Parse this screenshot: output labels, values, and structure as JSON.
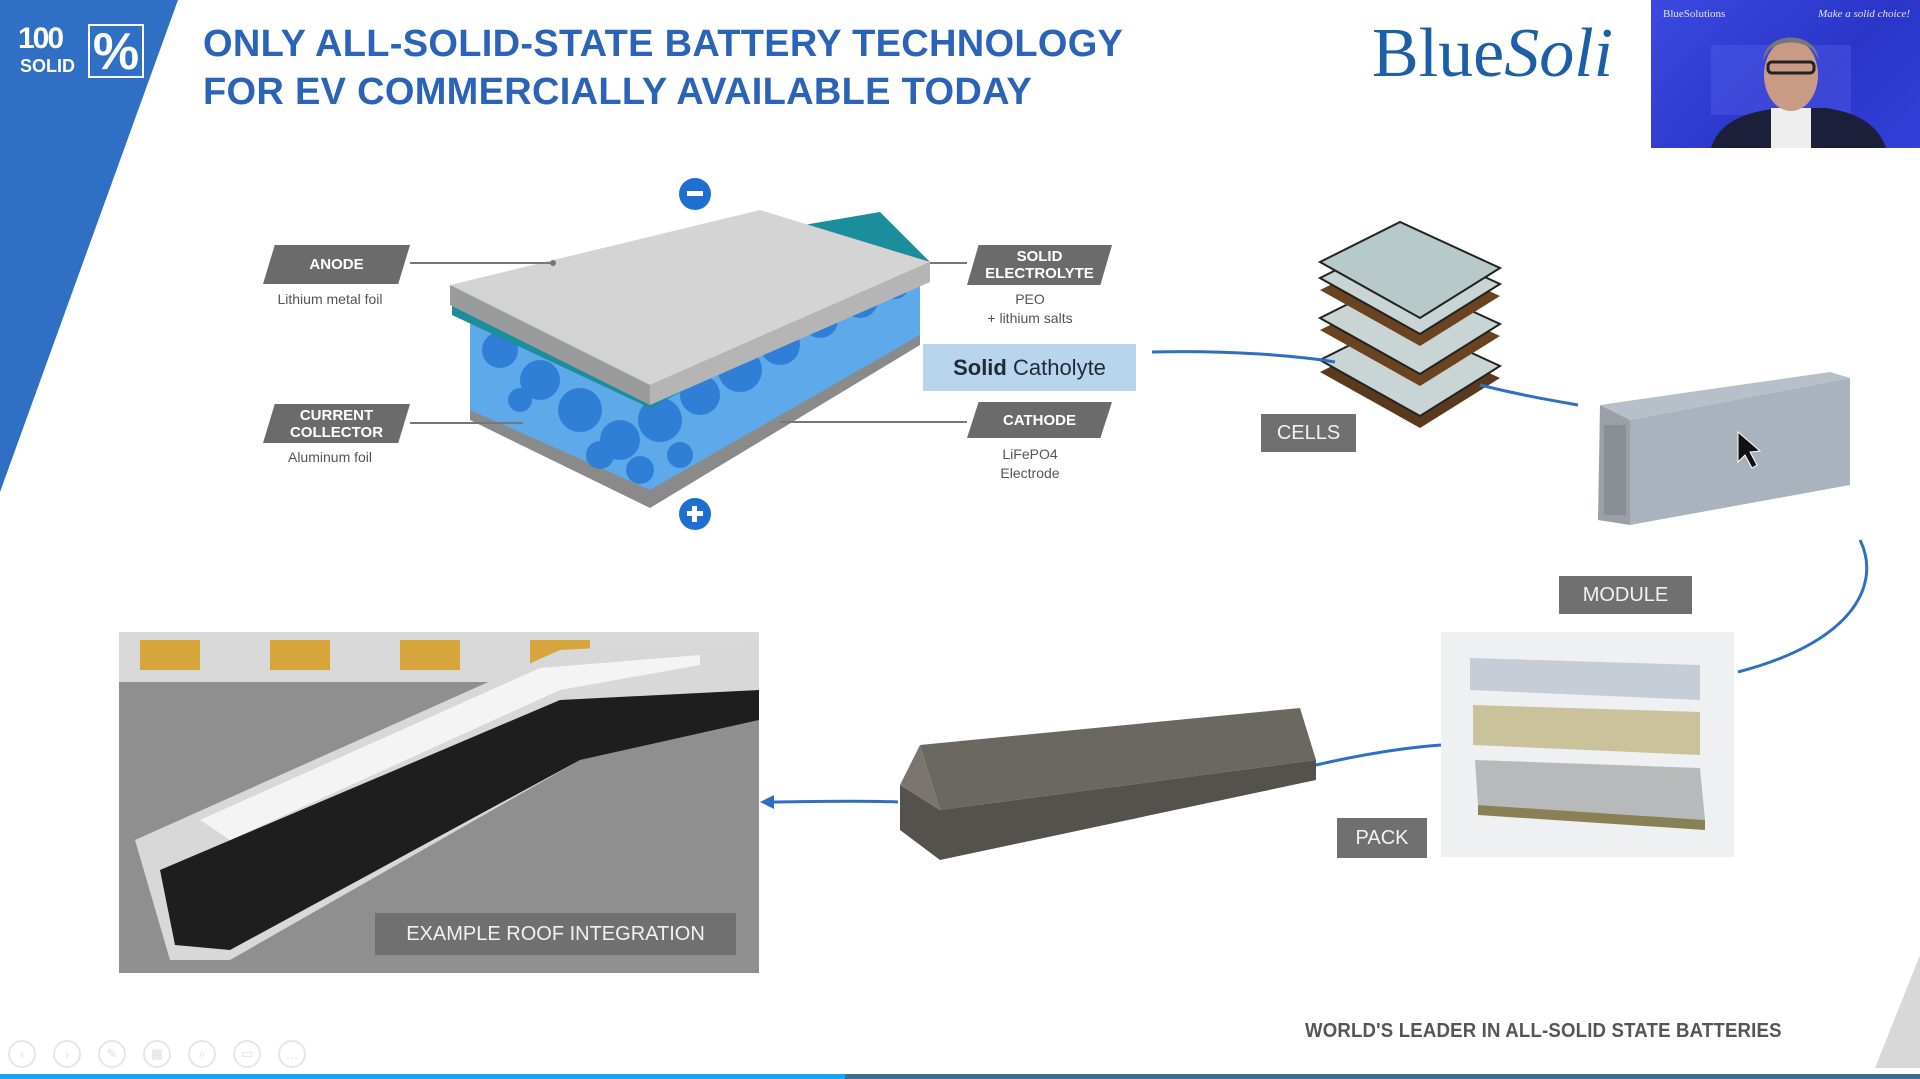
{
  "slide": {
    "logo_badge": {
      "number": "100",
      "percent": "%",
      "word": "SOLID"
    },
    "title_lines": [
      "ONLY ALL-SOLID-STATE BATTERY TECHNOLOGY",
      "FOR EV COMMERCIALLY AVAILABLE TODAY"
    ],
    "brand": {
      "part1": "Blue",
      "part2": "Soli"
    },
    "diagram": {
      "anode": {
        "label": "ANODE",
        "desc": "Lithium metal foil"
      },
      "current_collector": {
        "label_line1": "CURRENT",
        "label_line2": "COLLECTOR",
        "desc": "Aluminum foil"
      },
      "solid_electrolyte": {
        "label_line1": "SOLID",
        "label_line2": "ELECTROLYTE",
        "desc_line1": "PEO",
        "desc_line2": "+ lithium salts"
      },
      "cathode": {
        "label": "CATHODE",
        "desc_line1": "LiFePO4",
        "desc_line2": "Electrode"
      },
      "catholyte": {
        "bold": "Solid",
        "rest": " Catholyte"
      }
    },
    "stages": {
      "cells": "CELLS",
      "module": "MODULE",
      "pack": "PACK",
      "bus_caption": "EXAMPLE ROOF INTEGRATION"
    },
    "footer": "WORLD'S LEADER IN ALL-SOLID STATE BATTERIES"
  },
  "webcam": {
    "logo_text": "BlueSolutions",
    "tagline": "Make a solid choice!"
  },
  "toolbar": {
    "icons": [
      "previous-icon",
      "next-icon",
      "pen-icon",
      "grid-icon",
      "zoom-icon",
      "subtitles-icon",
      "more-icon"
    ]
  },
  "progress": {
    "percent": 44
  },
  "colors": {
    "accent_blue": "#2a63b8",
    "stripe_blue": "#2f6fc4",
    "tag_gray": "#6b6b6b",
    "catholyte_bg": "#b9d5ee"
  }
}
